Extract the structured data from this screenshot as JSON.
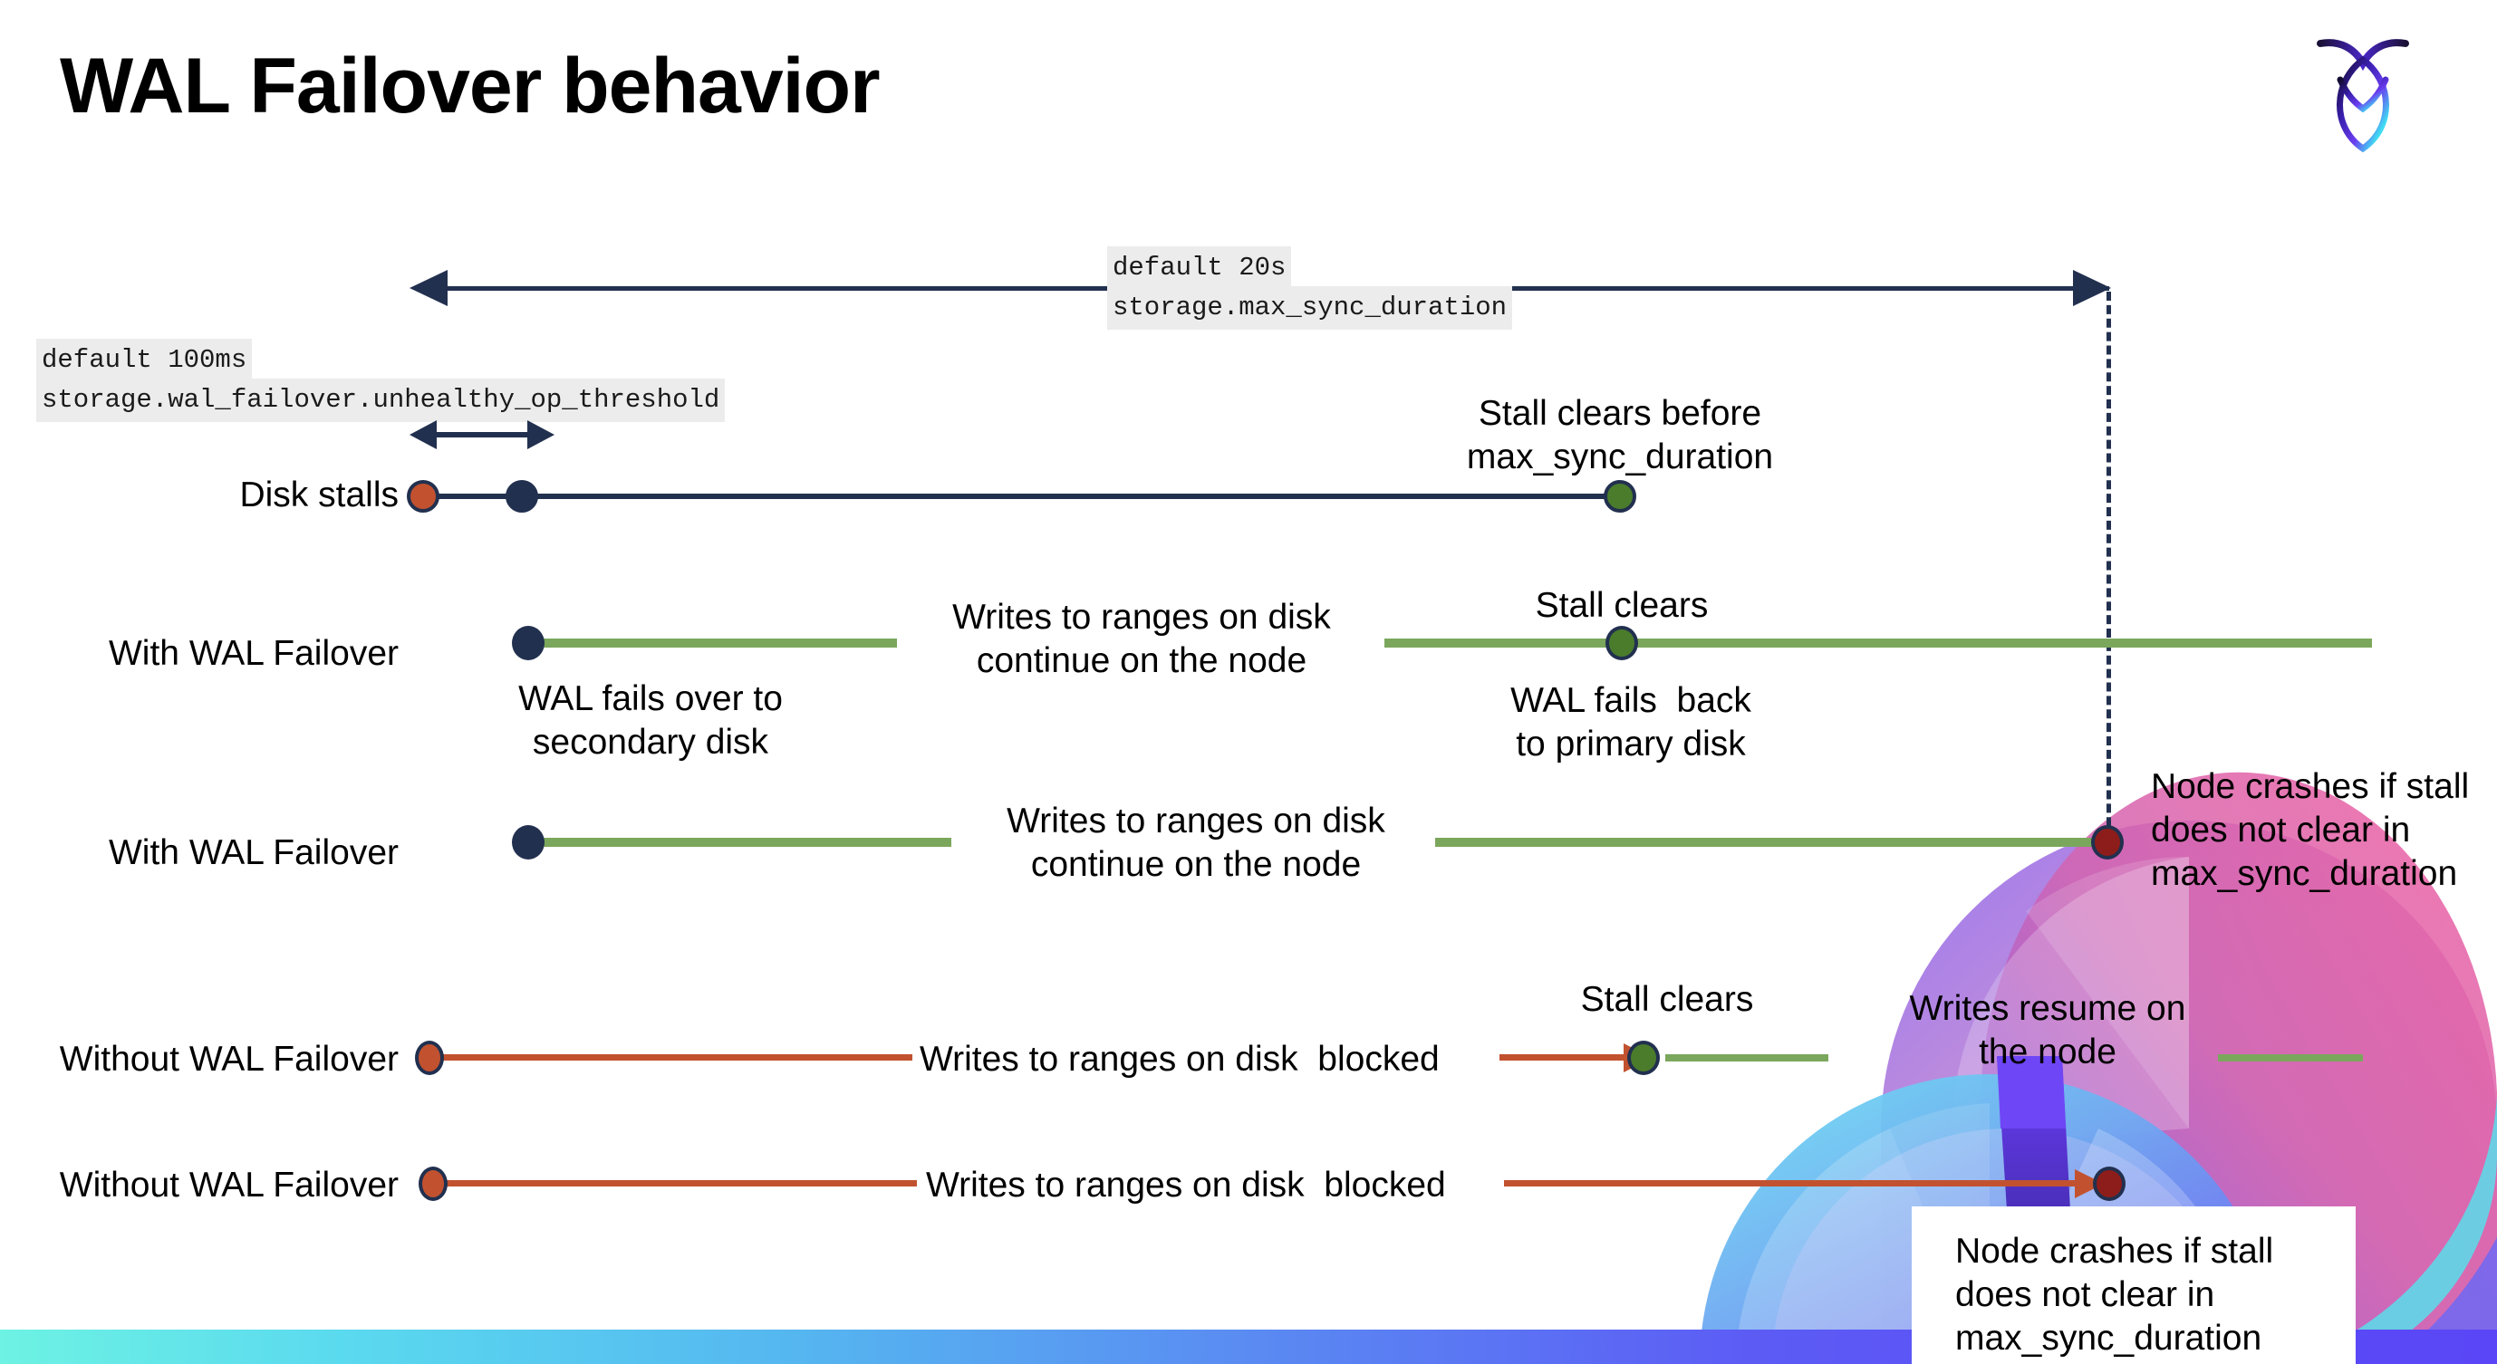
{
  "slide": {
    "title": "WAL Failover behavior",
    "logo": "cockroachdb-logo"
  },
  "annotations": {
    "max_sync_default": "default 20s",
    "max_sync_setting": "storage.max_sync_duration",
    "unhealthy_default": "default 100ms",
    "unhealthy_setting": "storage.wal_failover.unhealthy_op_threshold"
  },
  "rows": [
    {
      "id": "disk-stalls",
      "label": "Disk stalls",
      "note_top": "Stall clears before\nmax_sync_duration"
    },
    {
      "id": "with-wal-failover-clears",
      "label": "With WAL Failover",
      "note_mid_left": "Writes to ranges on disk\ncontinue on the node",
      "note_top_right": "Stall clears",
      "note_below_left": "WAL fails over to\nsecondary disk",
      "note_below_right": "WAL fails  back\nto primary disk"
    },
    {
      "id": "with-wal-failover-crash",
      "label": "With WAL Failover",
      "note_mid": "Writes to ranges on disk\ncontinue on the node",
      "note_right": "Node crashes if stall\ndoes not clear in\nmax_sync_duration"
    },
    {
      "id": "without-wal-failover-clears",
      "label": "Without WAL Failover",
      "note_mid": "Writes to ranges on disk  blocked",
      "note_top": "Stall clears",
      "note_right": "Writes resume on\nthe node"
    },
    {
      "id": "without-wal-failover-crash",
      "label": "Without WAL Failover",
      "note_mid": "Writes to ranges on disk  blocked",
      "note_callout": "Node crashes if stall\ndoes not clear in\nmax_sync_duration"
    }
  ],
  "colors": {
    "navy": "#22304f",
    "green_line": "#7ba75c",
    "orange_line": "#c2522f",
    "dot_orange": "#c2522f",
    "dot_navy": "#22304f",
    "dot_green": "#4b7c2b",
    "dot_darkred": "#8d1d1a",
    "code_bg": "#ececec",
    "bottom_bar_start": "#6df2e3",
    "bottom_bar_end": "#5a46f6"
  }
}
